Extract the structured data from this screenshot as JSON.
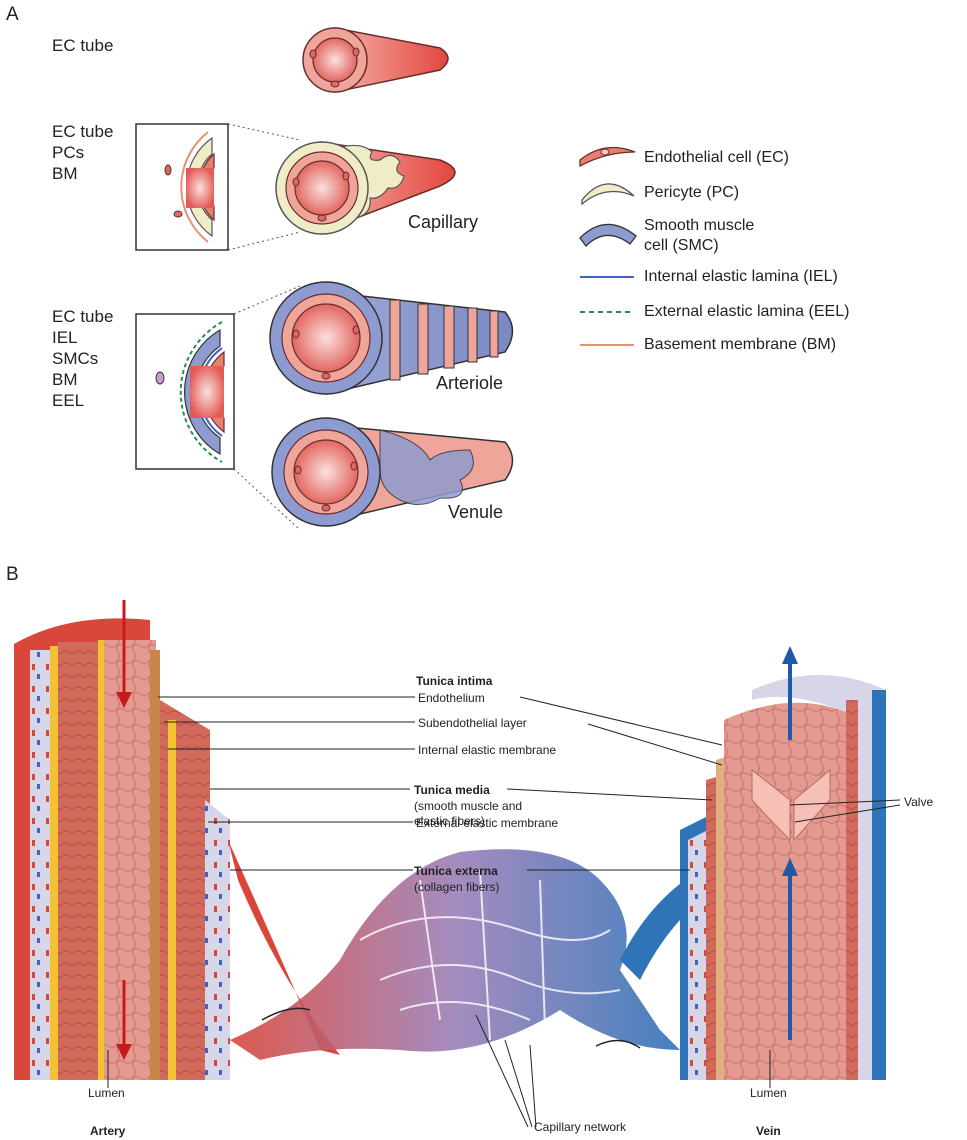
{
  "panel_a": {
    "letter": "A",
    "rows": [
      {
        "labels": [
          "EC tube"
        ],
        "vessel": ""
      },
      {
        "labels": [
          "EC tube",
          "PCs",
          "BM"
        ],
        "vessel": "Capillary"
      },
      {
        "labels": [
          "EC tube",
          "IEL",
          "SMCs",
          "BM",
          "EEL"
        ],
        "vessel": "Arteriole",
        "vessel2": "Venule"
      }
    ],
    "legend": {
      "ec": "Endothelial cell (EC)",
      "pc": "Pericyte (PC)",
      "smc_1": "Smooth muscle",
      "smc_2": "cell (SMC)",
      "iel": "Internal elastic lamina (IEL)",
      "eel": "External elastic lamina (EEL)",
      "bm": "Basement membrane (BM)"
    },
    "colors": {
      "ec": "#e8806f",
      "pc": "#f1ecc8",
      "smc": "#8e9bd0",
      "iel": "#3f62c4",
      "eel": "#2a8a57",
      "bm": "#ea8f6f"
    }
  },
  "panel_b": {
    "letter": "B",
    "labels": {
      "tunica_intima": "Tunica intima",
      "endothelium": "Endothelium",
      "subendothelial": "Subendothelial layer",
      "internal_elastic": "Internal elastic membrane",
      "tunica_media": "Tunica media",
      "media_desc_1": "(smooth muscle and",
      "media_desc_2": "elastic fibers)",
      "external_elastic": "External elastic membrane",
      "tunica_externa": "Tunica externa",
      "externa_desc": "(collagen fibers)",
      "valve": "Valve",
      "lumen_left": "Lumen",
      "lumen_right": "Lumen",
      "artery": "Artery",
      "vein": "Vein",
      "capillary_network": "Capillary network"
    },
    "colors": {
      "artery": "#d9473b",
      "vein": "#2f73b8",
      "media": "#d8847a",
      "elastic": "#f2c233",
      "externa": "#cfd0e3"
    }
  }
}
